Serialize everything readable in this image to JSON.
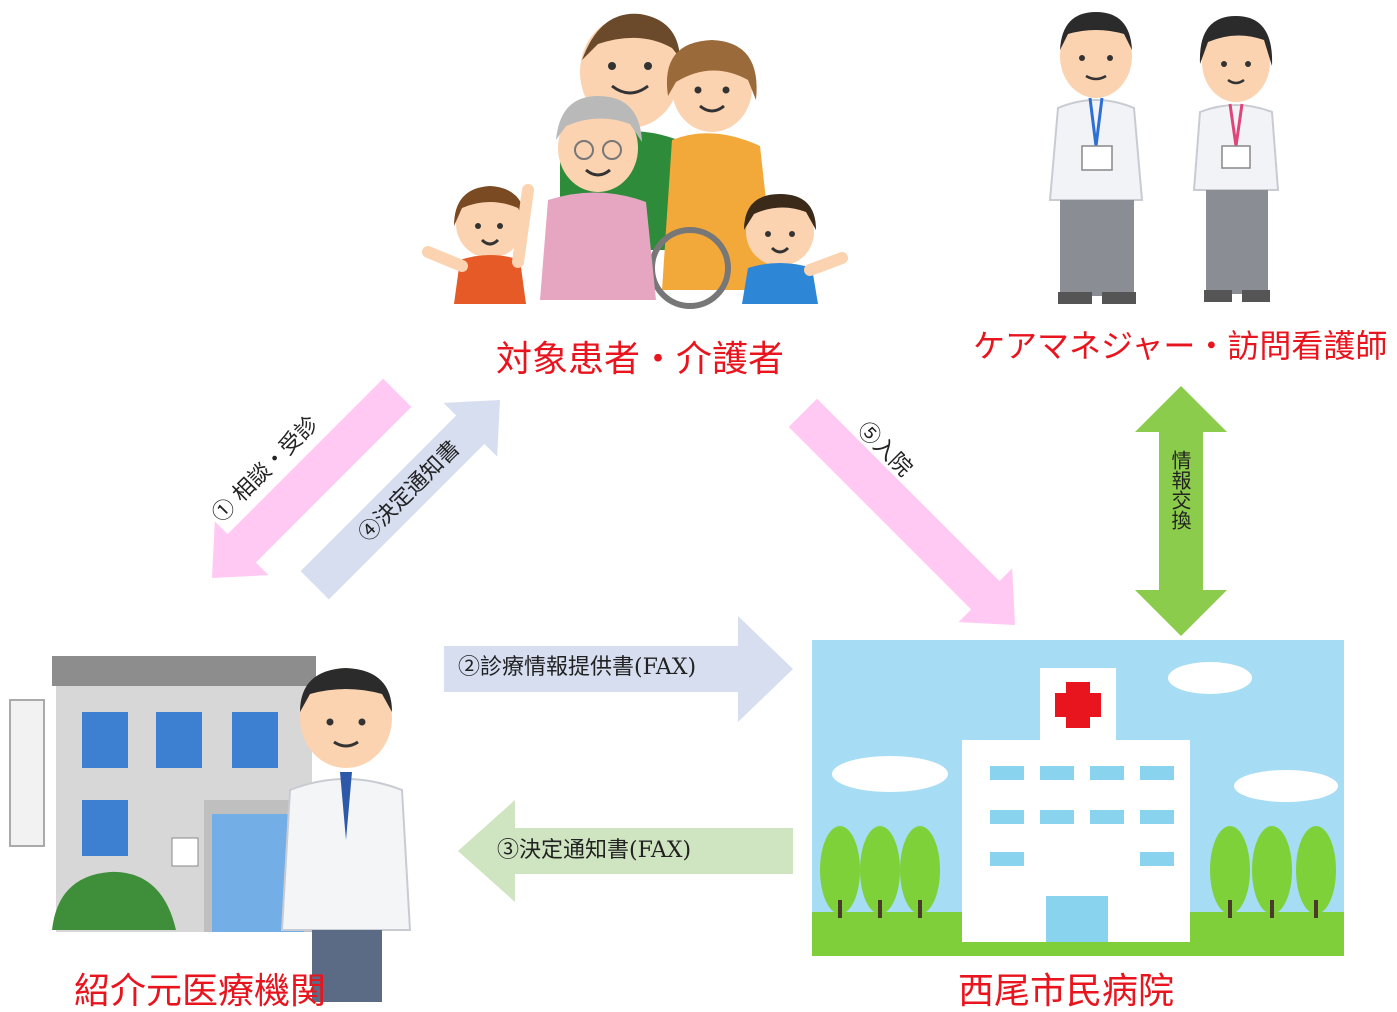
{
  "nodes": {
    "patient": {
      "label": "対象患者・介護者"
    },
    "care": {
      "label": "ケアマネジャー・訪問看護師"
    },
    "referrer": {
      "label": "紹介元医療機関"
    },
    "hospital": {
      "label": "西尾市民病院"
    }
  },
  "arrows": {
    "consult": {
      "label": "①  相談・受診"
    },
    "notice_patient": {
      "label": "④決定通知書"
    },
    "admission": {
      "label": "⑤入院"
    },
    "info_exchange": {
      "label": "情報交換"
    },
    "referral_fax": {
      "label": "②診療情報提供書(FAX)"
    },
    "decision_fax": {
      "label": "③決定通知書(FAX)"
    }
  },
  "colors": {
    "label_red": "#e8141e",
    "arrow_pink": "#ffc9f4",
    "arrow_blue": "#d6def0",
    "arrow_green_light": "#cfe4c0",
    "arrow_green": "#8ccc4c",
    "hospital_red_cross": "#e8141e"
  }
}
